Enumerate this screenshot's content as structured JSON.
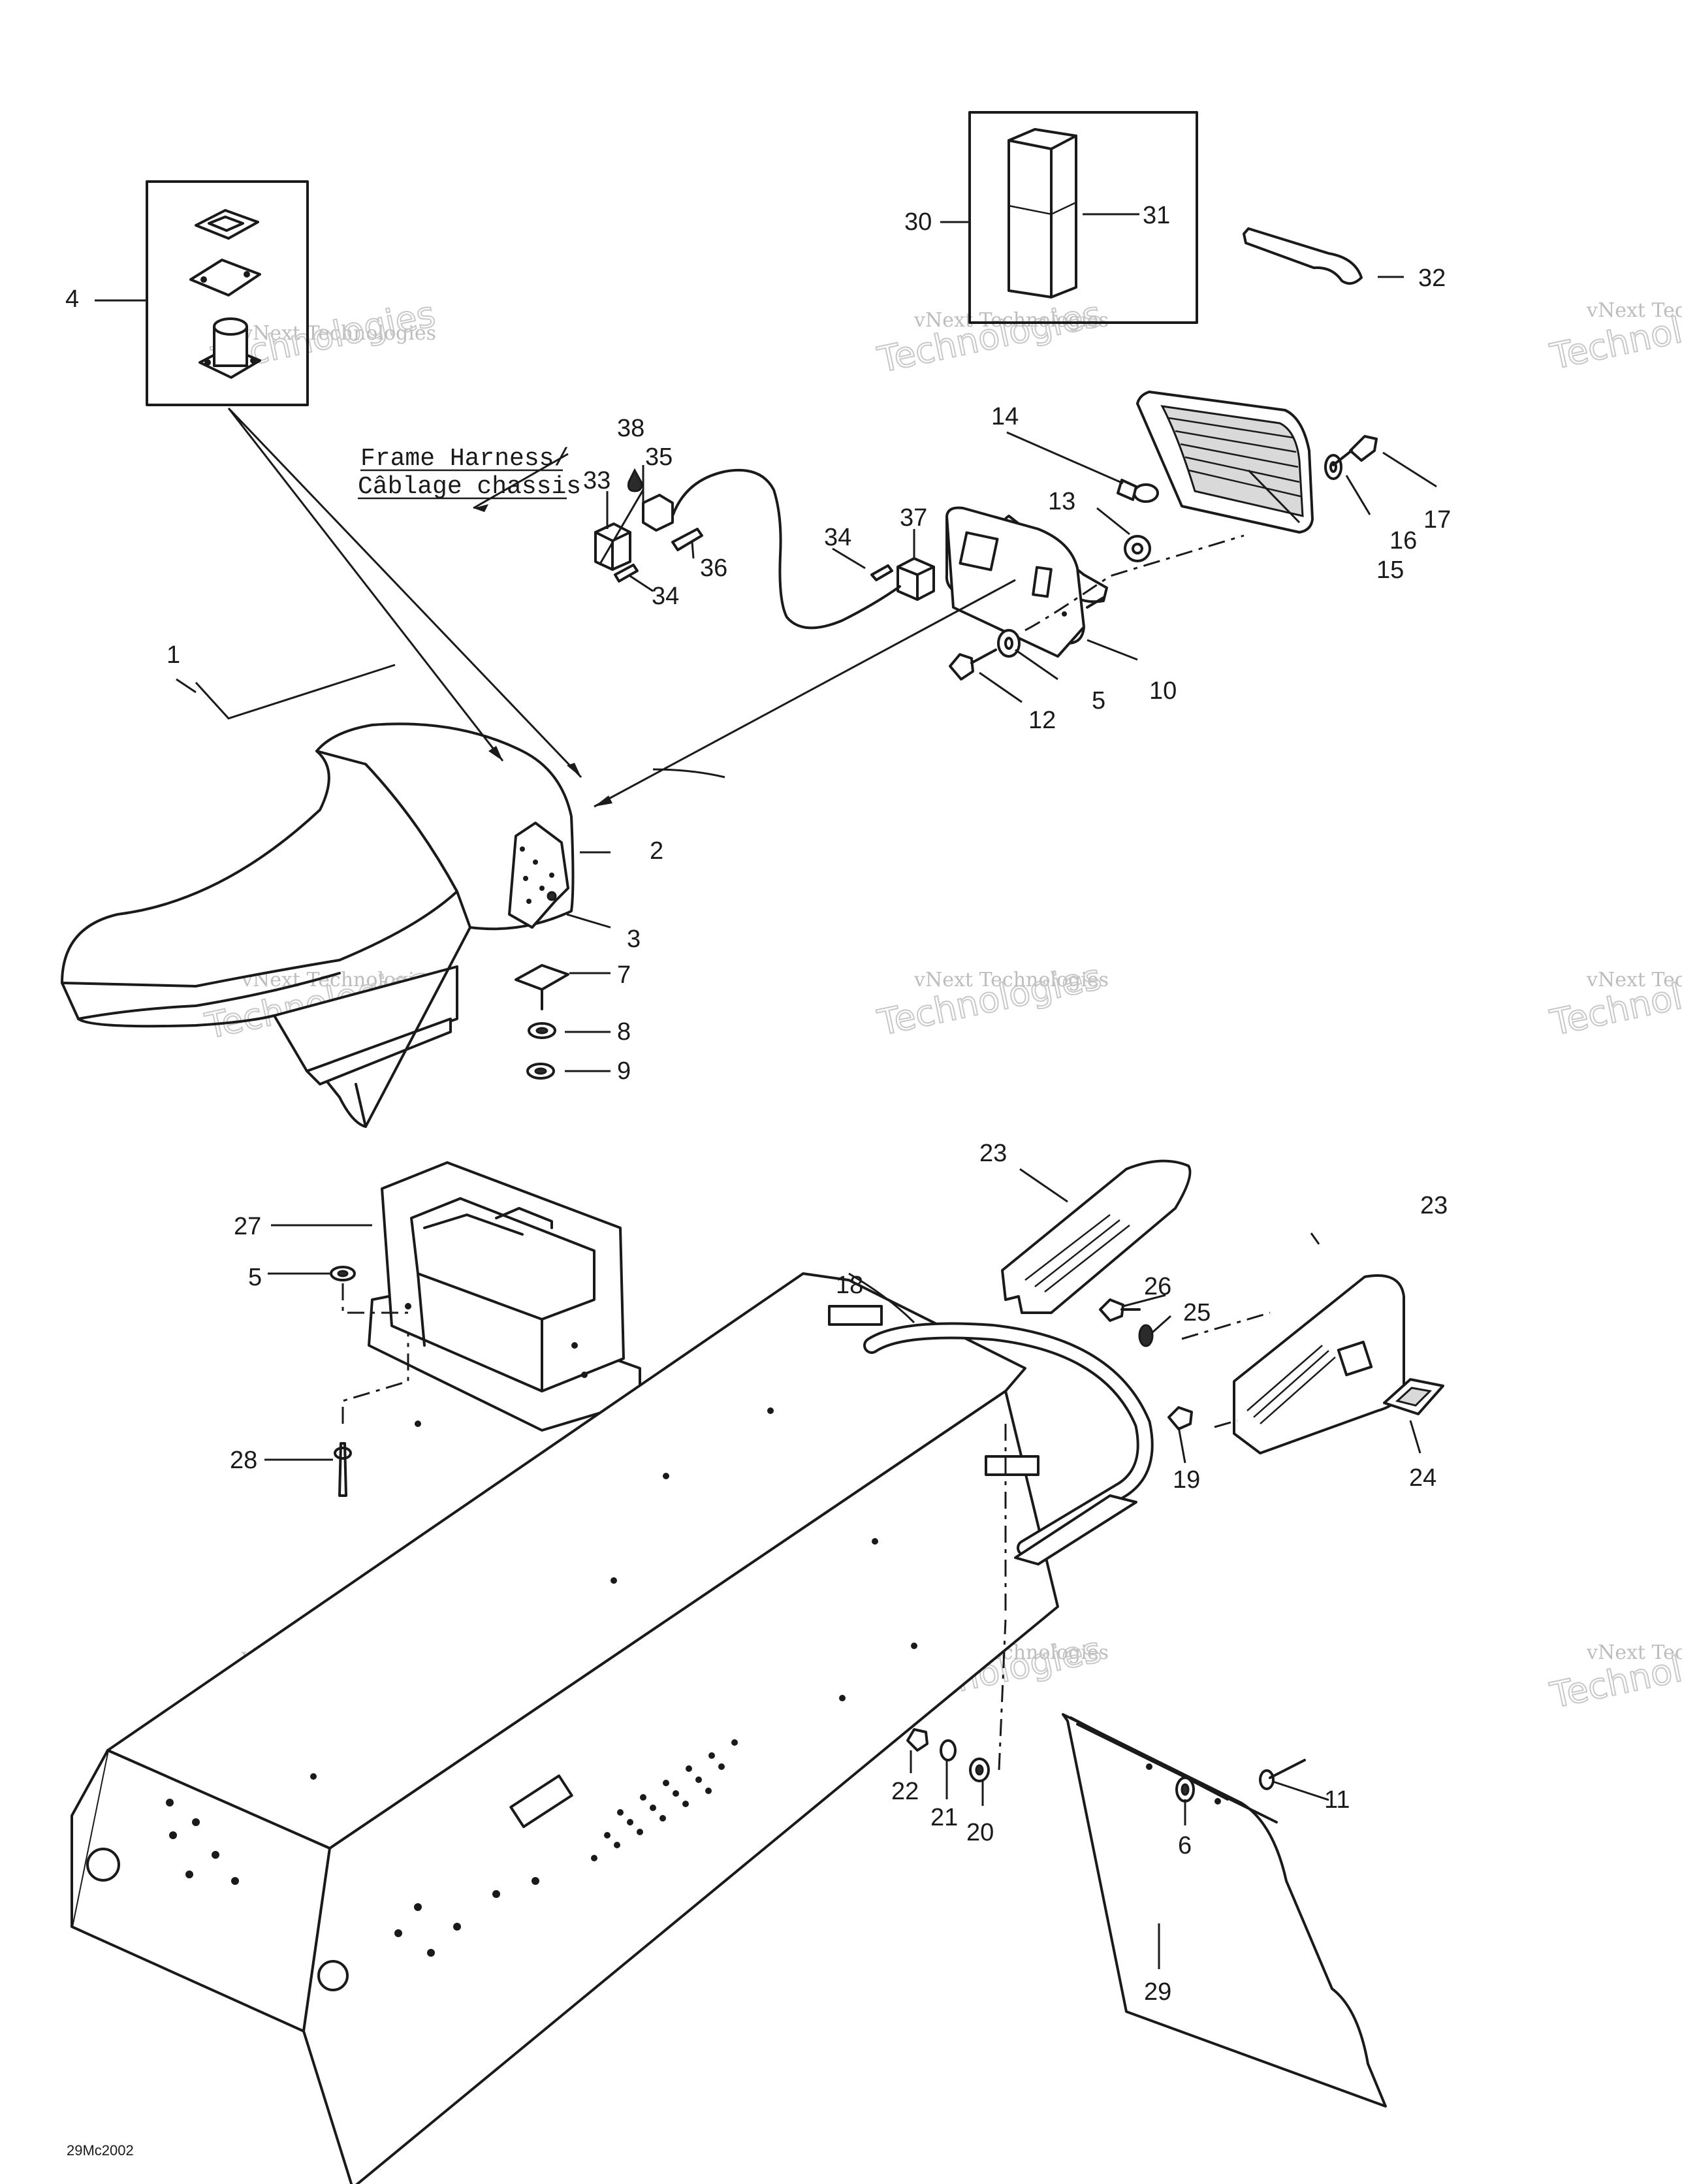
{
  "callouts": [
    {
      "id": "c1",
      "text": "1"
    },
    {
      "id": "c2",
      "text": "2"
    },
    {
      "id": "c3",
      "text": "3"
    },
    {
      "id": "c4",
      "text": "4"
    },
    {
      "id": "c5a",
      "text": "5"
    },
    {
      "id": "c5b",
      "text": "5"
    },
    {
      "id": "c6",
      "text": "6"
    },
    {
      "id": "c7",
      "text": "7"
    },
    {
      "id": "c8",
      "text": "8"
    },
    {
      "id": "c9",
      "text": "9"
    },
    {
      "id": "c10",
      "text": "10"
    },
    {
      "id": "c11",
      "text": "11"
    },
    {
      "id": "c12",
      "text": "12"
    },
    {
      "id": "c13",
      "text": "13"
    },
    {
      "id": "c14",
      "text": "14"
    },
    {
      "id": "c15",
      "text": "15"
    },
    {
      "id": "c16",
      "text": "16"
    },
    {
      "id": "c17",
      "text": "17"
    },
    {
      "id": "c18",
      "text": "18"
    },
    {
      "id": "c19",
      "text": "19"
    },
    {
      "id": "c20",
      "text": "20"
    },
    {
      "id": "c21",
      "text": "21"
    },
    {
      "id": "c22",
      "text": "22"
    },
    {
      "id": "c23a",
      "text": "23"
    },
    {
      "id": "c23b",
      "text": "23"
    },
    {
      "id": "c24",
      "text": "24"
    },
    {
      "id": "c25",
      "text": "25"
    },
    {
      "id": "c26",
      "text": "26"
    },
    {
      "id": "c27",
      "text": "27"
    },
    {
      "id": "c28",
      "text": "28"
    },
    {
      "id": "c29",
      "text": "29"
    },
    {
      "id": "c30",
      "text": "30"
    },
    {
      "id": "c31",
      "text": "31"
    },
    {
      "id": "c32",
      "text": "32"
    },
    {
      "id": "c33",
      "text": "33"
    },
    {
      "id": "c34a",
      "text": "34"
    },
    {
      "id": "c34b",
      "text": "34"
    },
    {
      "id": "c35",
      "text": "35"
    },
    {
      "id": "c36",
      "text": "36"
    },
    {
      "id": "c37",
      "text": "37"
    },
    {
      "id": "c38",
      "text": "38"
    }
  ],
  "frame_harness_label": {
    "line1": "Frame Harness/",
    "line2": "Câblage chassis"
  },
  "doc_code": "29Mc2002",
  "watermark": {
    "line1": "vNext Technologies",
    "line2": "Technologies"
  }
}
